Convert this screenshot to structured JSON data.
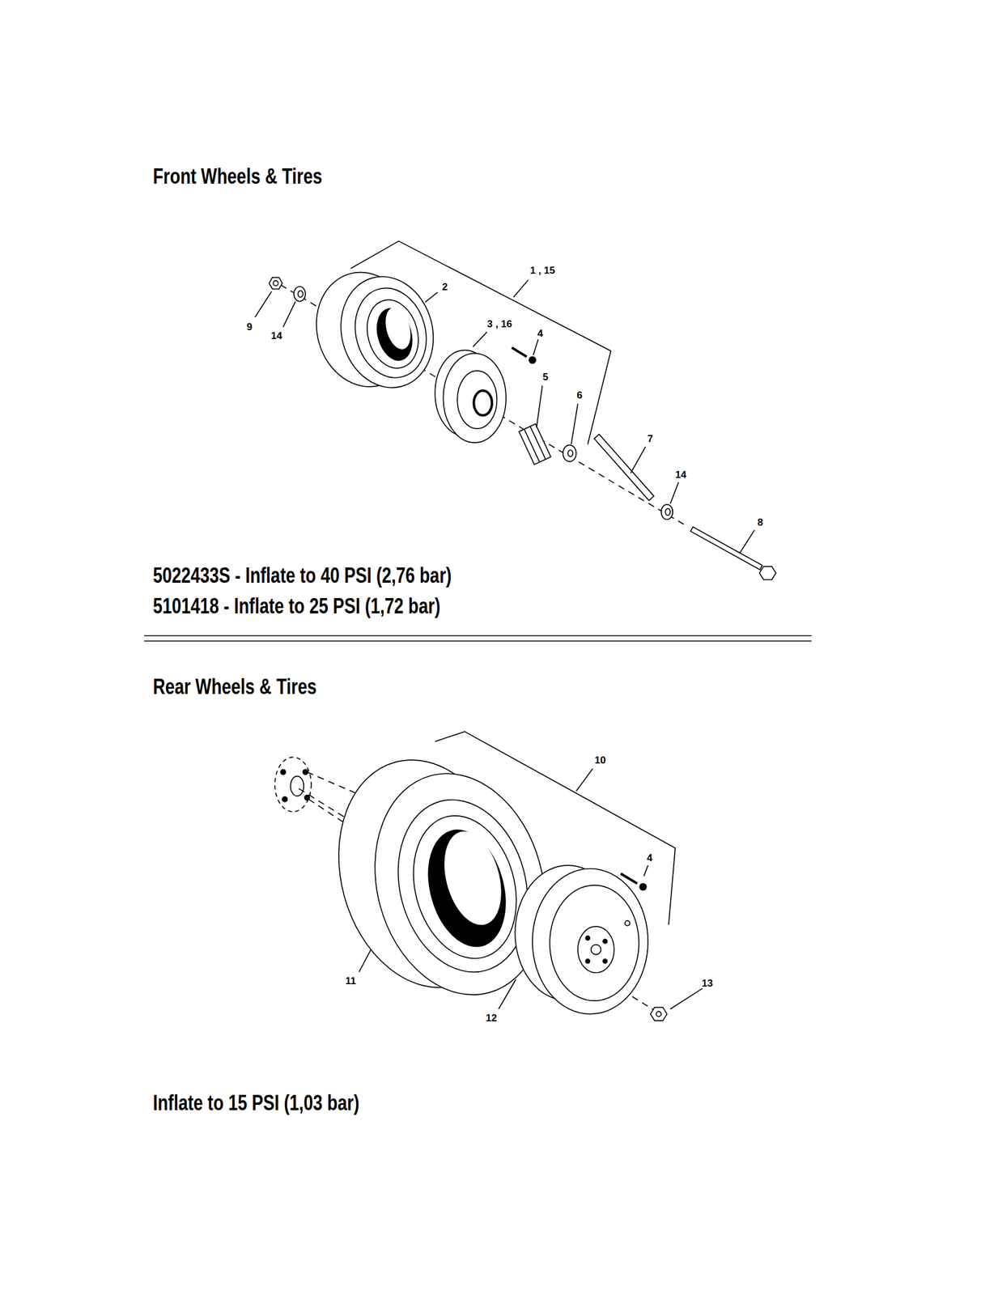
{
  "diagram": {
    "title": "Front Wheels & Tires",
    "labels": [
      "1 , 15",
      "2",
      "9",
      "14",
      "3 , 16",
      "4",
      "5",
      "6",
      "7",
      "14",
      "8",
      "5022433S - Inflate to 40 PSI (2,76 bar)",
      "5101418 - Inflate to 25 PSI (1,72 bar)",
      "Rear Wheels & Tires",
      "10",
      "4",
      "11",
      "13",
      "12",
      "Inflate to 15 PSI (1,03 bar)"
    ]
  }
}
